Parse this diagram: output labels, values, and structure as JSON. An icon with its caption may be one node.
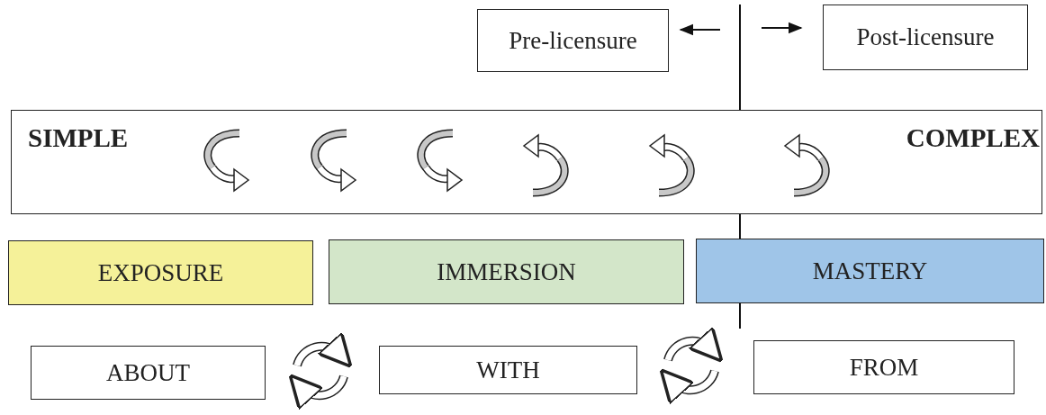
{
  "diagram": {
    "nodes": [
      {
        "text": [
          "Pre-licensure"
        ]
      },
      {
        "text": [
          "Post-licensure"
        ]
      },
      {
        "text": [
          "SIMPLE",
          "COMPLEX"
        ]
      },
      {
        "text": [
          "EXPOSURE"
        ]
      },
      {
        "text": [
          "IMMERSION"
        ]
      },
      {
        "text": [
          "MASTERY"
        ]
      },
      {
        "text": [
          "ABOUT"
        ]
      },
      {
        "text": [
          "WITH"
        ]
      },
      {
        "text": [
          "FROM"
        ]
      }
    ]
  }
}
